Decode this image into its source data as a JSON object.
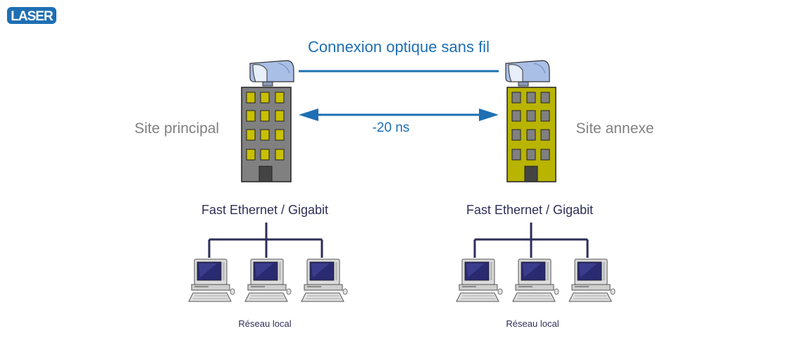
{
  "logo": {
    "text": "LASER",
    "color": "#1e6fb3"
  },
  "link": {
    "title": "Connexion optique sans fil",
    "latency": "-20 ns",
    "color": "#1e6fb3"
  },
  "sites": {
    "left": {
      "label": "Site principal",
      "network": "Fast Ethernet / Gigabit",
      "lan": "Réseau local",
      "building_color": "#808080",
      "window_color": "#c8c000"
    },
    "right": {
      "label": "Site annexe",
      "network": "Fast Ethernet / Gigabit",
      "lan": "Réseau local",
      "building_color": "#b9b400",
      "window_color": "#808080"
    }
  },
  "icons": [
    "laser-head-icon",
    "building-icon",
    "computer-icon",
    "double-arrow-icon"
  ]
}
